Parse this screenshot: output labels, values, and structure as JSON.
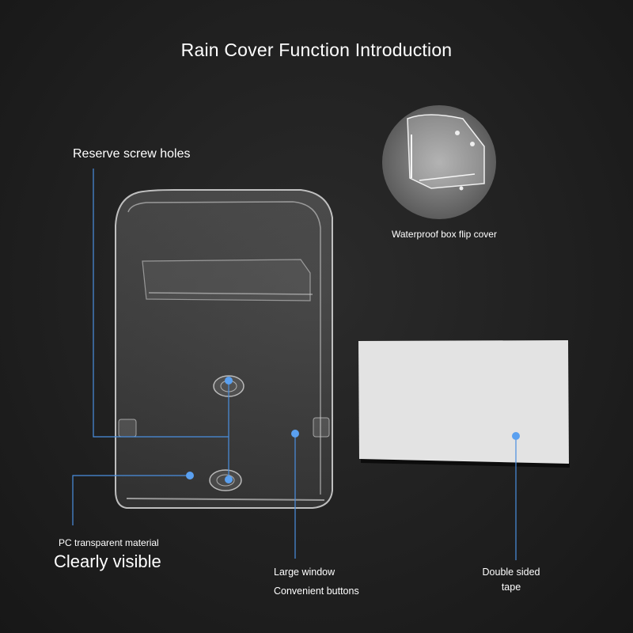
{
  "title": "Rain Cover Function Introduction",
  "labels": {
    "reserve_screw_holes": "Reserve screw holes",
    "waterproof_flip_cover": "Waterproof box flip cover",
    "pc_material": "PC transparent material",
    "clearly_visible": "Clearly visible",
    "large_window": "Large window",
    "convenient_buttons": "Convenient buttons",
    "double_sided_tape": "Double sided tape"
  },
  "colors": {
    "background": "#1f1f1f",
    "callout_line": "#4a8fe0",
    "callout_dot": "#5aa0f0",
    "text": "#ffffff",
    "tape": "#e3e3e3"
  }
}
